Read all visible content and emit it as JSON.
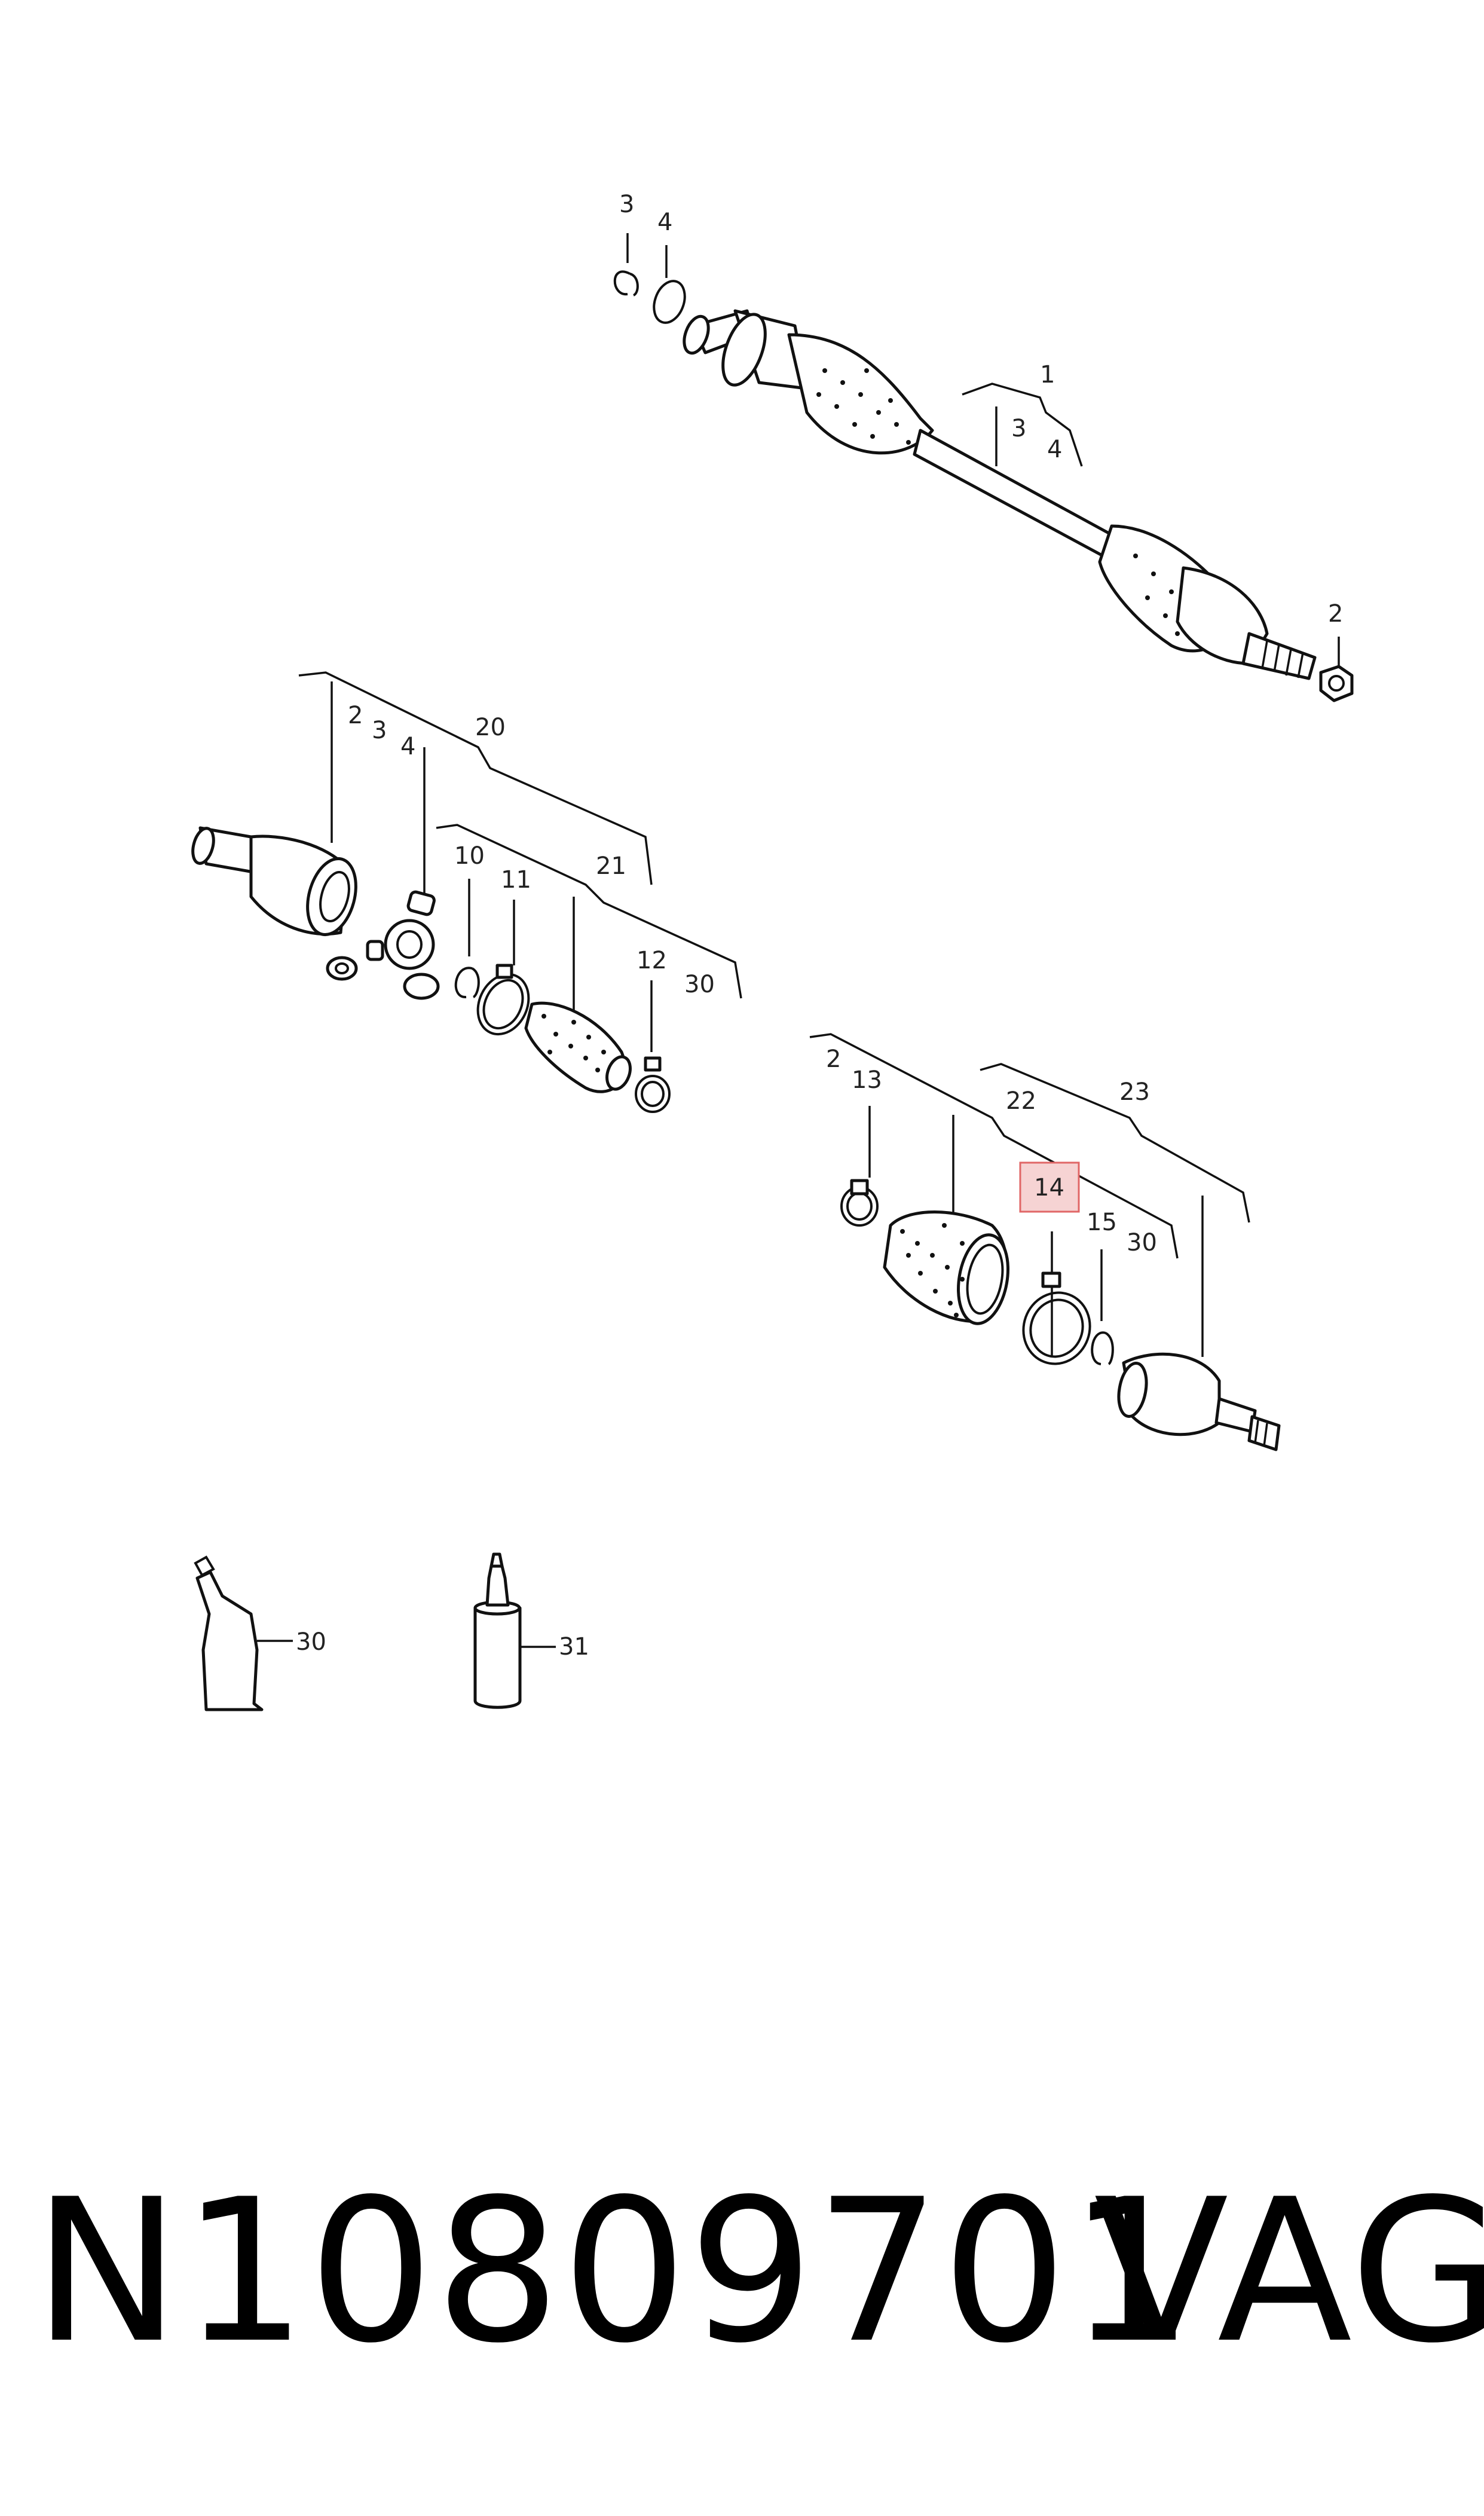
{
  "callouts": {
    "c1": "1",
    "c2a": "2",
    "c3a": "3",
    "c4a": "4",
    "c3b": "3",
    "c4b": "4",
    "c20": "20",
    "c2b": "2",
    "c3c": "3",
    "c4c": "4",
    "c21": "21",
    "c10": "10",
    "c11": "11",
    "c12": "12",
    "c30a": "30",
    "c2c": "2",
    "c13": "13",
    "c22": "22",
    "c23": "23",
    "c14": "14",
    "c15": "15",
    "c30b": "30",
    "c30c": "30",
    "c31": "31"
  },
  "highlight": {
    "label": "14",
    "fill": "#f6d3d3",
    "stroke": "#e06666"
  },
  "footer": {
    "part_number": "N10809701",
    "brand": "VAG"
  }
}
